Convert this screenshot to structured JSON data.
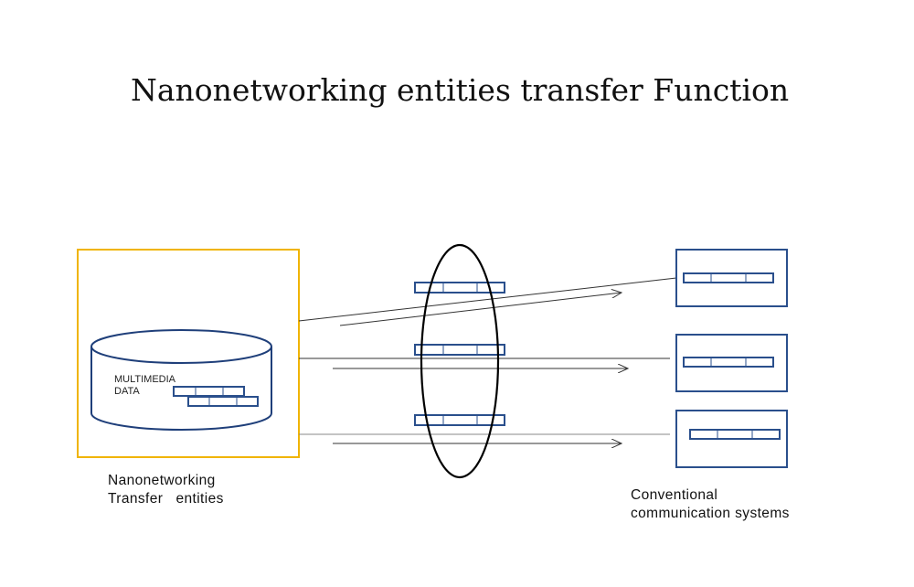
{
  "title": "Nanonetworking entities transfer Function",
  "source": {
    "label_line1": "Nanonetworking",
    "label_line2": "Transfer   entities",
    "storage_line1": "MULTIMEDIA",
    "storage_line2": "DATA"
  },
  "destination": {
    "label_line1": "Conventional",
    "label_line2": "communication systems"
  },
  "colors": {
    "source_border": "#f0b400",
    "packet": "#2a4f8c",
    "ellipse": "#000000"
  }
}
